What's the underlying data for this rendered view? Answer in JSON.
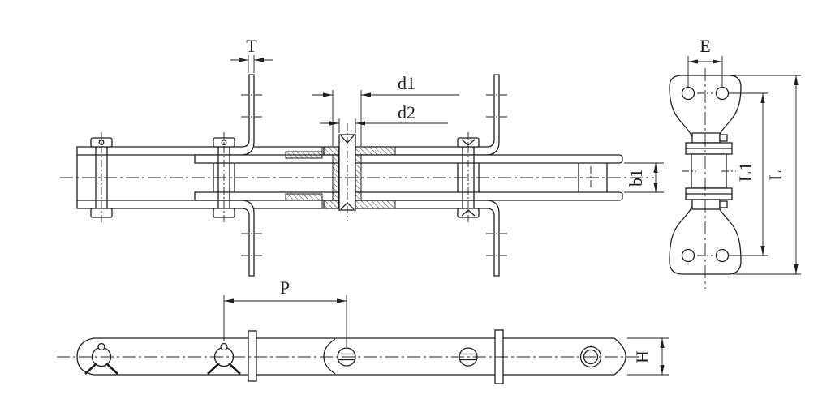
{
  "drawing": {
    "background": "#ffffff",
    "ink": "#1f1f1f",
    "views": {
      "side": {
        "labels": {
          "t": "T",
          "d1": "d1",
          "d2": "d2",
          "b1": "b1"
        }
      },
      "end": {
        "labels": {
          "e": "E",
          "l1": "L1",
          "l": "L"
        }
      },
      "plan": {
        "labels": {
          "p": "P",
          "h": "H"
        }
      }
    }
  }
}
